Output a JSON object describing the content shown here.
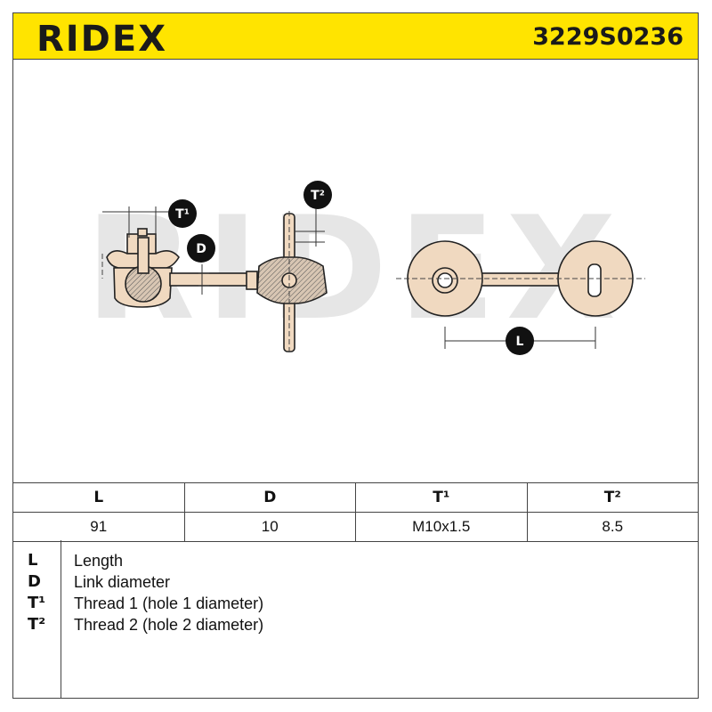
{
  "header": {
    "brand": "RIDEX",
    "part_number": "3229S0236",
    "accent_color": "#ffe400"
  },
  "drawing": {
    "watermark": "RIDEX",
    "labels": {
      "t1": "T¹",
      "t2": "T²",
      "d": "D",
      "l": "L"
    }
  },
  "specs": {
    "headers": [
      "L",
      "D",
      "T¹",
      "T²"
    ],
    "values": [
      "91",
      "10",
      "M10x1.5",
      "8.5"
    ]
  },
  "legend": [
    {
      "symbol": "L",
      "text": "Length"
    },
    {
      "symbol": "D",
      "text": "Link diameter"
    },
    {
      "symbol": "T¹",
      "text": "Thread 1 (hole 1 diameter)"
    },
    {
      "symbol": "T²",
      "text": "Thread 2 (hole 2 diameter)"
    }
  ]
}
